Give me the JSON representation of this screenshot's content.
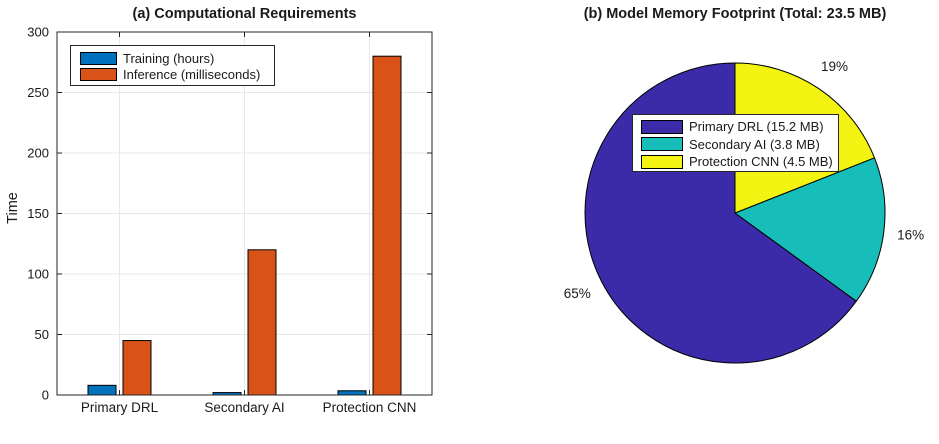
{
  "figure": {
    "background": "#ffffff"
  },
  "chart_data": [
    {
      "type": "bar",
      "title": "(a) Computational Requirements",
      "xlabel": "",
      "ylabel": "Time",
      "categories": [
        "Primary DRL",
        "Secondary AI",
        "Protection CNN"
      ],
      "series": [
        {
          "name": "Training (hours)",
          "color": "#0072BD",
          "values": [
            8,
            2,
            3.5
          ]
        },
        {
          "name": "Inference (milliseconds)",
          "color": "#D95319",
          "values": [
            45,
            120,
            280
          ]
        }
      ],
      "ylim": [
        0,
        300
      ],
      "yticks": [
        0,
        50,
        100,
        150,
        200,
        250,
        300
      ],
      "grid": true,
      "legend_position": "top-left",
      "axis_color": "#262626",
      "grid_color": "#E8E8E8",
      "bar_edge_color": "#000000"
    },
    {
      "type": "pie",
      "title": "(b) Model Memory Footprint (Total: 23.5 MB)",
      "slices": [
        {
          "label": "Primary DRL (15.2 MB)",
          "value_mb": 15.2,
          "percent": 65,
          "percent_label": "65%",
          "color": "#3C2BA8"
        },
        {
          "label": "Secondary AI (3.8 MB)",
          "value_mb": 3.8,
          "percent": 16,
          "percent_label": "16%",
          "color": "#17BEB9"
        },
        {
          "label": "Protection CNN (4.5 MB)",
          "value_mb": 4.5,
          "percent": 19,
          "percent_label": "19%",
          "color": "#F4F412"
        }
      ],
      "start_angle_deg": 90,
      "direction": "counterclockwise",
      "edge_color": "#000000",
      "legend_position": "center-overlay"
    }
  ]
}
